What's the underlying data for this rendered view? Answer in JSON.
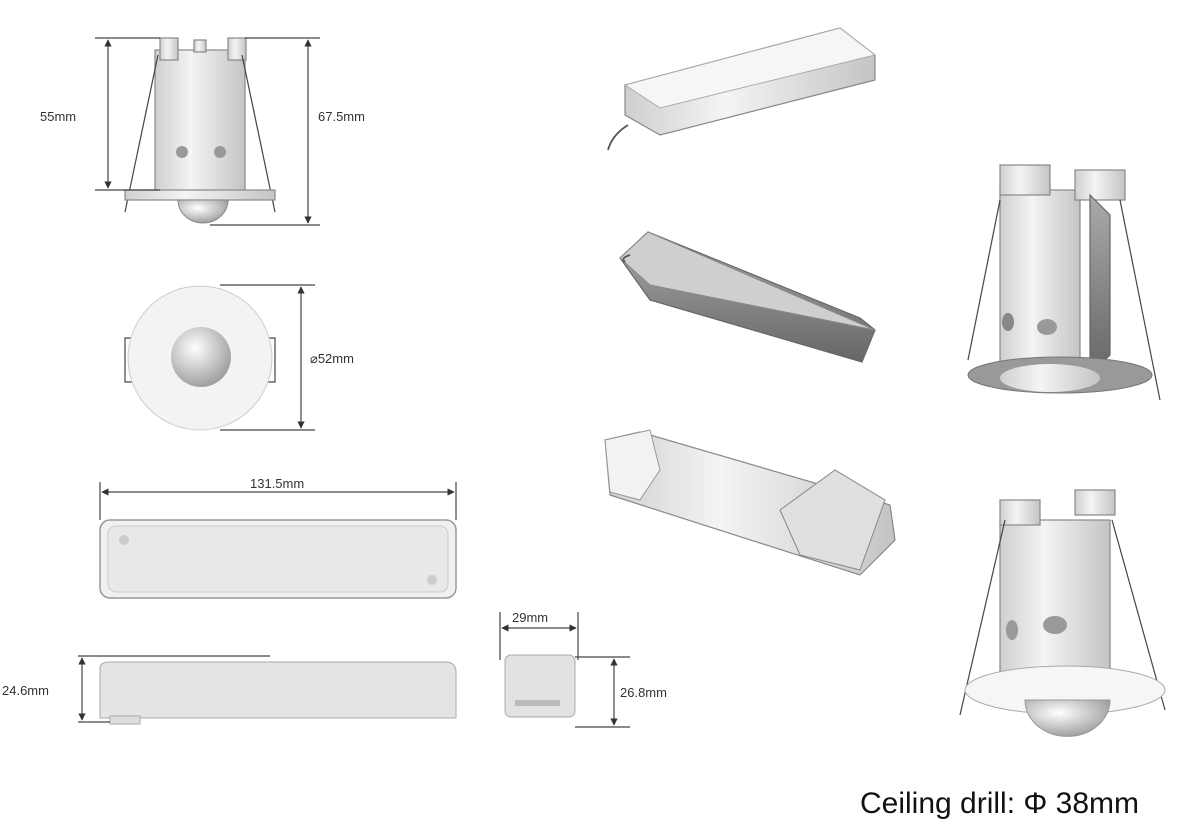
{
  "dimensions": {
    "sensor_inner_height": "55mm",
    "sensor_total_height": "67.5mm",
    "sensor_diameter": "⌀52mm",
    "driver_length": "131.5mm",
    "driver_width": "29mm",
    "driver_height_side": "24.6mm",
    "driver_height_end": "26.8mm"
  },
  "caption": "Ceiling drill: Φ 38mm",
  "colors": {
    "background": "#ffffff",
    "product": "#e6e6e6",
    "line": "#444444"
  }
}
